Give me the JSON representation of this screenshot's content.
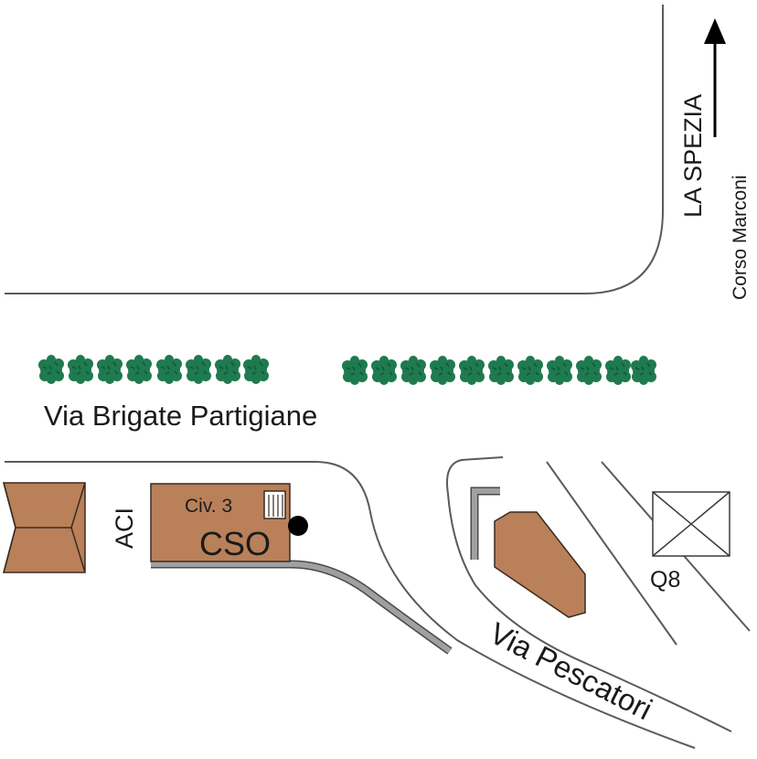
{
  "labels": {
    "direction_city": "LA SPEZIA",
    "direction_street": "Corso Marconi",
    "main_street": "Via Brigate Partigiane",
    "side_street": "Via Pescatori",
    "aci": "ACI",
    "civic_number": "Civ. 3",
    "building": "CSO",
    "fuel_station": "Q8"
  },
  "icons": [
    "north-arrow-icon",
    "tree-icon",
    "location-marker-icon",
    "stairs-icon"
  ],
  "colors": {
    "road_line": "#5a5a5a",
    "building_fill": "#b98059",
    "building_stroke": "#5a4030",
    "tree_fill": "#1f7a4f",
    "tree_dark": "#0f5a35",
    "wall_gray": "#9a9a9a",
    "marker": "#000000"
  }
}
